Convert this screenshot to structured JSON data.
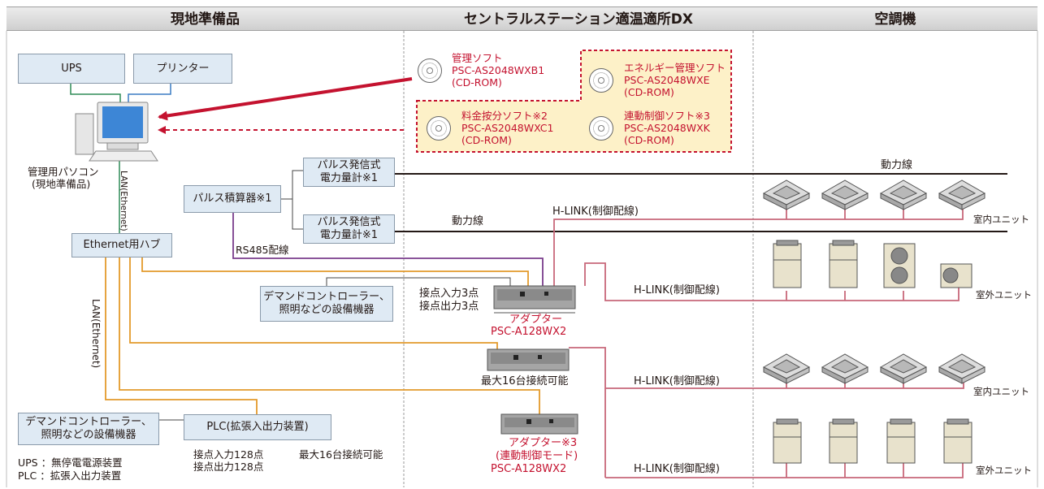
{
  "headers": {
    "col1": "現地準備品",
    "col2": "セントラルステーション適温適所DX",
    "col3": "空調機"
  },
  "local": {
    "ups": "UPS",
    "printer": "プリンター",
    "pc_label1": "管理用パソコン",
    "pc_label2": "(現地準備品)",
    "lan_short": "LAN(Ethernet)",
    "lan_long": "LAN(Ethernet)",
    "hub": "Ethernet用ハブ",
    "pulse_counter": "パルス積算器※1",
    "meter1_line1": "パルス発信式",
    "meter1_line2": "電力量計※1",
    "meter2_line1": "パルス発信式",
    "meter2_line2": "電力量計※1",
    "rs485": "RS485配線",
    "demand1_line1": "デマンドコントローラー、",
    "demand1_line2": "照明などの設備機器",
    "demand2_line1": "デマンドコントローラー、",
    "demand2_line2": "照明などの設備機器",
    "plc": "PLC(拡張入出力装置)",
    "plc_in": "接点入力128点",
    "plc_out": "接点出力128点",
    "plc_max": "最大16台接続可能",
    "legend_ups": "UPS ：無停電電源装置",
    "legend_plc": "PLC ：拡張入出力装置"
  },
  "software": {
    "s1": [
      "管理ソフト",
      "PSC-AS2048WXB1",
      "(CD-ROM)"
    ],
    "s2": [
      "エネルギー管理ソフト",
      "PSC-AS2048WXE",
      "(CD-ROM)"
    ],
    "s3": [
      "料金按分ソフト※2",
      "PSC-AS2048WXC1",
      "(CD-ROM)"
    ],
    "s4": [
      "連動制御ソフト※3",
      "PSC-AS2048WXK",
      "(CD-ROM)"
    ]
  },
  "center": {
    "power_line": "動力線",
    "hlink_top": "H-LINK(制御配線)",
    "contact_in": "接点入力3点",
    "contact_out": "接点出力3点",
    "adapter1_line1": "アダプター",
    "adapter1_line2": "PSC-A128WX2",
    "max16": "最大16台接続可能",
    "adapter3_line1": "アダプター※3",
    "adapter3_line2": "(連動制御モード)",
    "adapter3_line3": "PSC-A128WX2"
  },
  "ac": {
    "power_line": "動力線",
    "hlink1": "H-LINK(制御配線)",
    "hlink2": "H-LINK(制御配線)",
    "hlink3": "H-LINK(制御配線)",
    "indoor1": "室内ユニット",
    "outdoor1": "室外ユニット",
    "indoor2": "室内ユニット",
    "outdoor2": "室外ユニット"
  },
  "colors": {
    "accent_red": "#c4122f",
    "lan_orange": "#e39a2b",
    "hlink_pink": "#c8687a",
    "rs485_purple": "#7a3d8c",
    "box_blue": "#dfeaf4",
    "soft_yellow": "#fdf1c8"
  }
}
